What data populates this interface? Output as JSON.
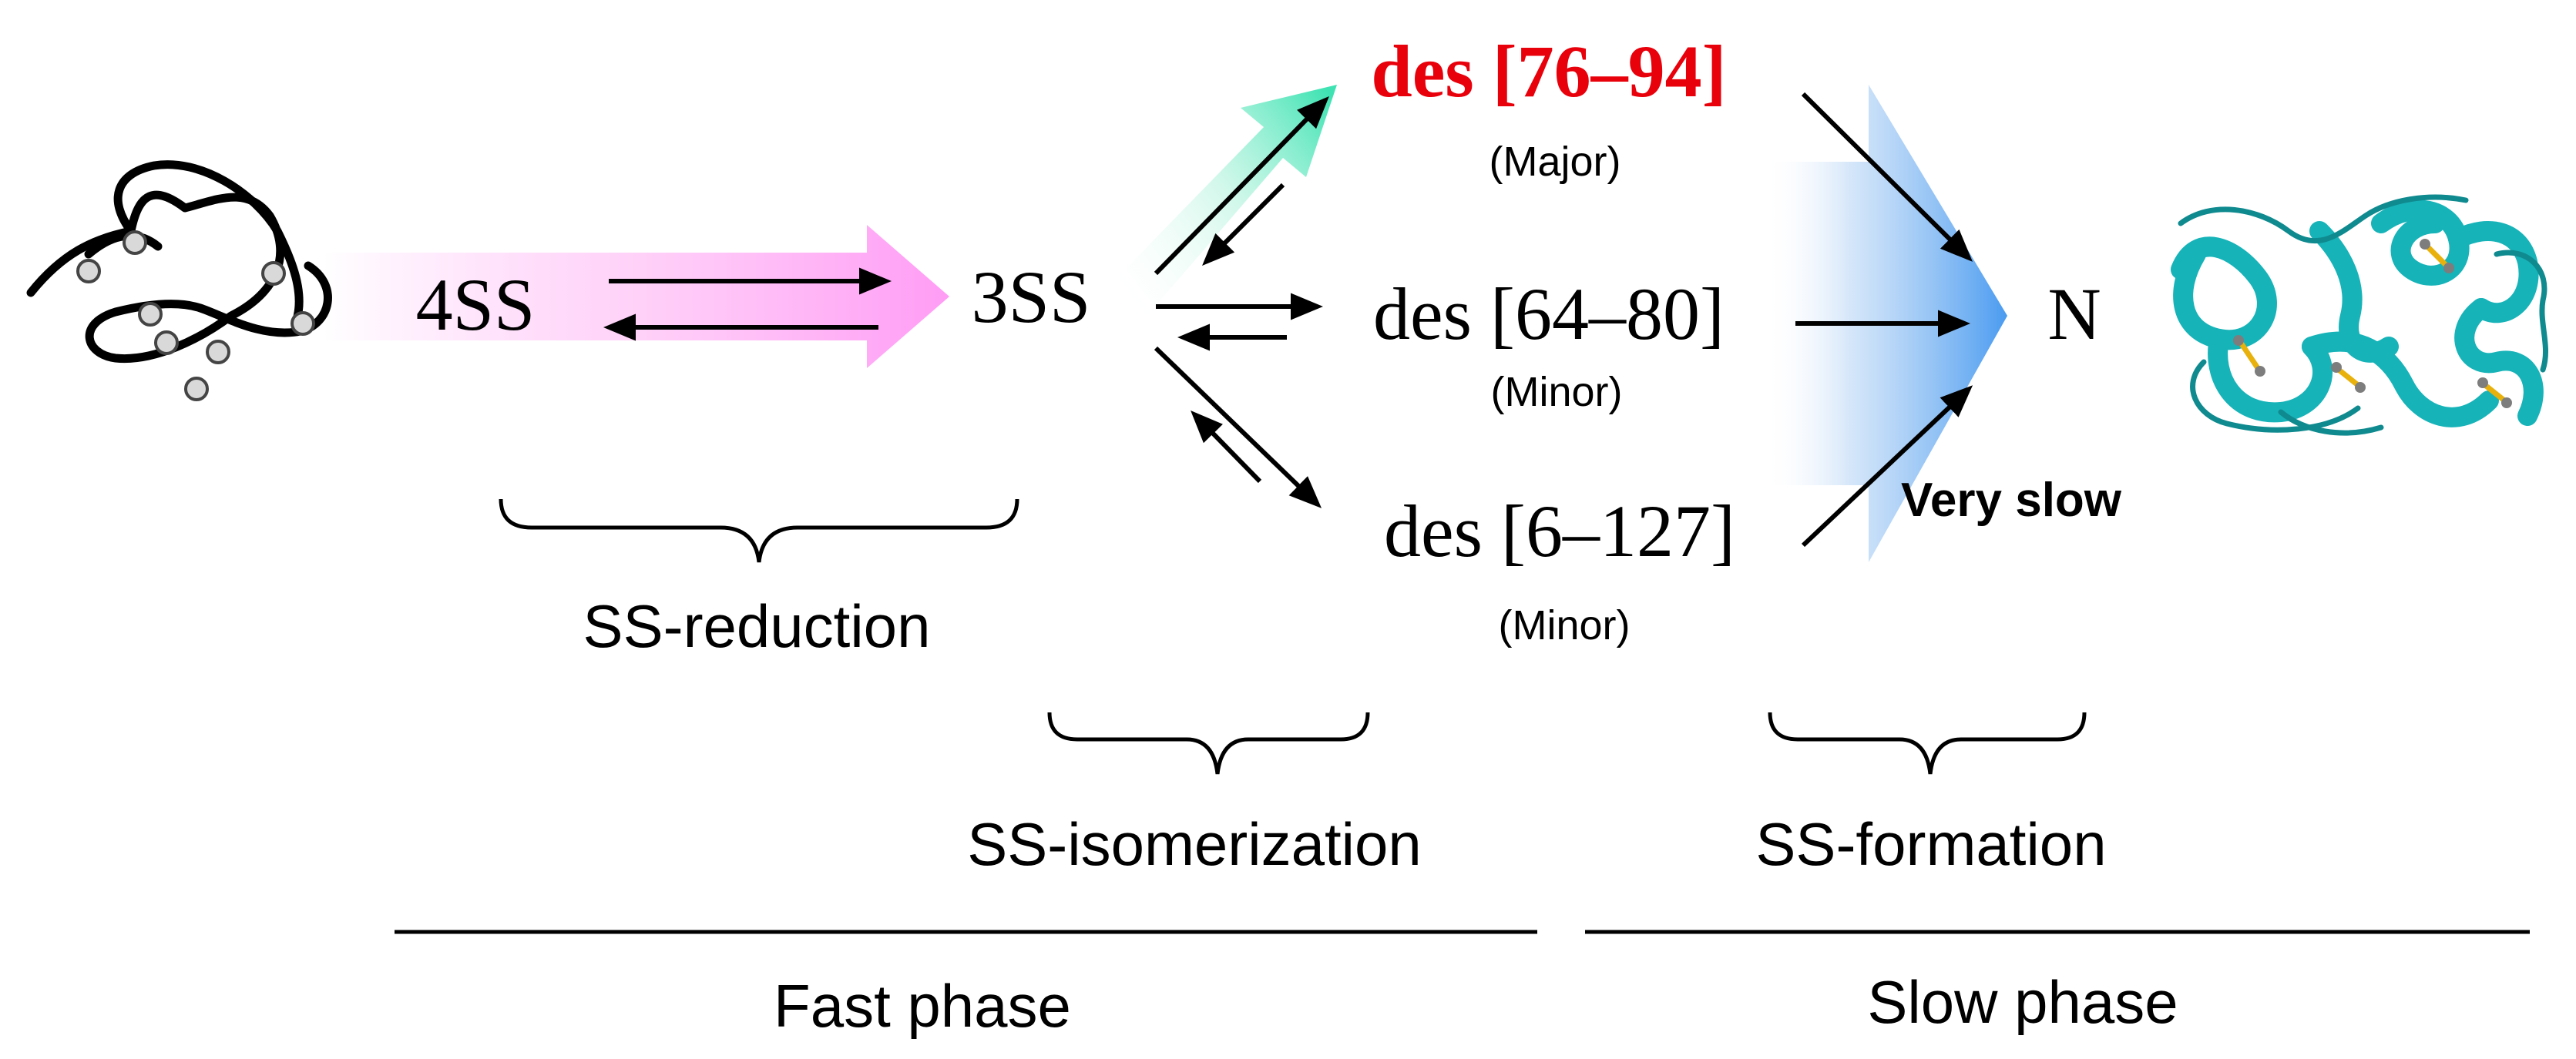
{
  "species": {
    "ss4": "4SS",
    "ss3": "3SS",
    "major": {
      "name": "des [76–94]",
      "abundance": "(Major)"
    },
    "minor1": {
      "name": "des [64–80]",
      "abundance": "(Minor)"
    },
    "minor2": {
      "name": "des [6–127]",
      "abundance": "(Minor)"
    },
    "native": "N"
  },
  "rate_label": "Very slow",
  "steps": {
    "reduction": "SS-reduction",
    "isomerization": "SS-isomerization",
    "formation": "SS-formation"
  },
  "phases": {
    "fast": "Fast phase",
    "slow": "Slow phase"
  },
  "colors": {
    "major_highlight": "#e8000b",
    "reduction_arrow": "#ff9cf5",
    "isomerization_arrow": "#3fe3b3",
    "formation_arrow": "#4a9bf0",
    "protein_ribbon": "#16b3b8",
    "disulfide": "#e8b10c"
  },
  "icons": {
    "unfolded": "unfolded-chain-icon",
    "folded": "folded-protein-icon"
  }
}
